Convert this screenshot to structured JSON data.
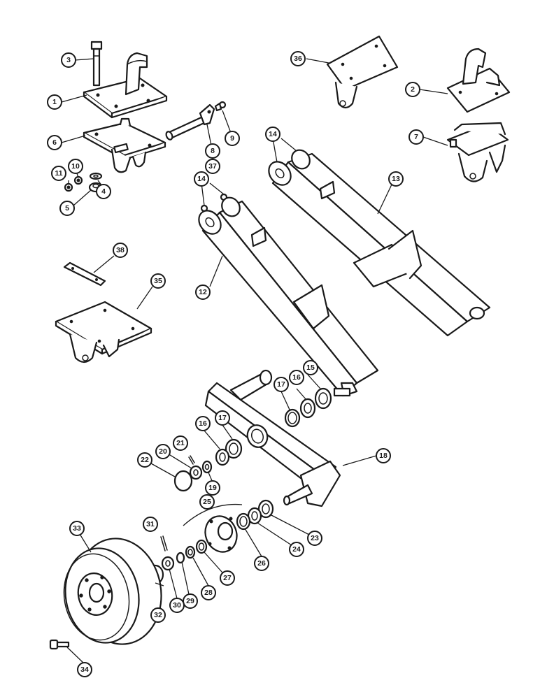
{
  "callouts": [
    {
      "label": "1"
    },
    {
      "label": "2"
    },
    {
      "label": "3"
    },
    {
      "label": "4"
    },
    {
      "label": "5"
    },
    {
      "label": "6"
    },
    {
      "label": "7"
    },
    {
      "label": "8"
    },
    {
      "label": "37"
    },
    {
      "label": "9"
    },
    {
      "label": "10"
    },
    {
      "label": "11"
    },
    {
      "label": "12"
    },
    {
      "label": "13"
    },
    {
      "label": "14"
    },
    {
      "label": "14"
    },
    {
      "label": "15"
    },
    {
      "label": "16"
    },
    {
      "label": "17"
    },
    {
      "label": "16"
    },
    {
      "label": "17"
    },
    {
      "label": "18"
    },
    {
      "label": "19"
    },
    {
      "label": "20"
    },
    {
      "label": "21"
    },
    {
      "label": "22"
    },
    {
      "label": "23"
    },
    {
      "label": "24"
    },
    {
      "label": "25"
    },
    {
      "label": "26"
    },
    {
      "label": "27"
    },
    {
      "label": "28"
    },
    {
      "label": "29"
    },
    {
      "label": "30"
    },
    {
      "label": "31"
    },
    {
      "label": "32"
    },
    {
      "label": "33"
    },
    {
      "label": "34"
    },
    {
      "label": "35"
    },
    {
      "label": "36"
    },
    {
      "label": "38"
    }
  ]
}
